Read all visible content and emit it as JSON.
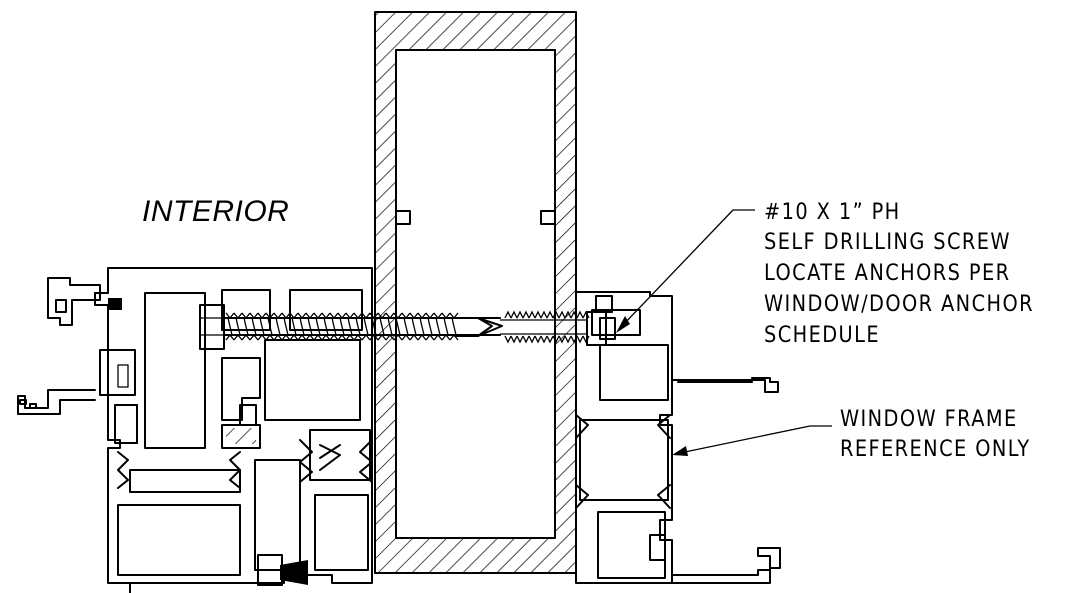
{
  "labels": {
    "interior": "INTERIOR",
    "screw_note": [
      "#10 X 1” PH",
      "SELF DRILLING SCREW",
      "LOCATE ANCHORS PER",
      "WINDOW/DOOR ANCHOR",
      "SCHEDULE"
    ],
    "frame_note": [
      "WINDOW FRAME",
      "REFERENCE ONLY"
    ]
  },
  "colors": {
    "line": "#000000",
    "background": "#ffffff"
  }
}
